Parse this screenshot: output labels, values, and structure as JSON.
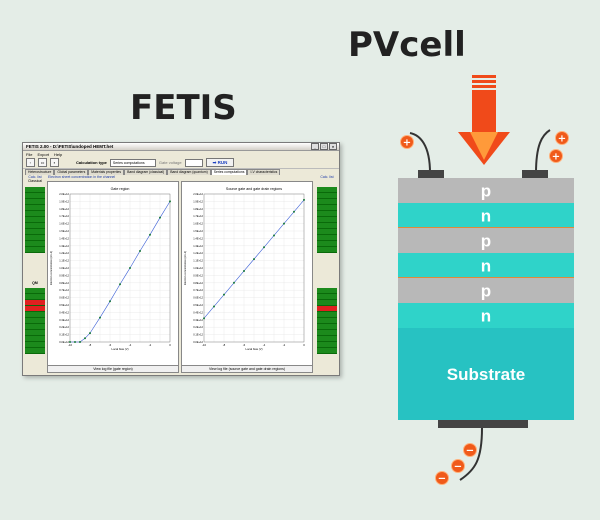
{
  "labels": {
    "fetis": "FETIS",
    "pvcell": "PVcell"
  },
  "window": {
    "title": "FETIS 2.00 - D:\\FETIS\\undoped HEMT.het",
    "menu": [
      "File",
      "Export",
      "Help"
    ],
    "calc_type_label": "Calculation type",
    "calc_type_value": "Series computations",
    "gate_voltage_label": "Gate voltage",
    "run_label": "RUN",
    "tabs": [
      "Heterostructure",
      "Global parameters",
      "Materials properties",
      "Band diagram (classical)",
      "Band diagram (quantum)",
      "Series computations",
      "I-V characteristics"
    ],
    "left_head": "Calc. list",
    "left_sub": "Classical",
    "right_head": "Calc. list",
    "qm_label": "QM",
    "subheading": "Electron sheet concentration in the channel",
    "panel1_title": "Gate region",
    "panel2_title": "Source gate and gate drain regions",
    "panel1_button": "View log file (gate region)",
    "panel2_button": "View log file (source gate and gate drain regions)",
    "xlabel": "Local bias (V)",
    "ylabel": "Electron concentration (cm-2)"
  },
  "chart_data": [
    {
      "type": "line",
      "title": "Gate region",
      "xlabel": "Local bias (V)",
      "ylabel": "Electron concentration (cm-2)",
      "xlim": [
        -10,
        0
      ],
      "ylim": [
        0,
        2000000000000.0
      ],
      "x": [
        -10,
        -9.5,
        -9,
        -8.5,
        -8,
        -7,
        -6,
        -5,
        -4,
        -3,
        -2,
        -1,
        0
      ],
      "y": [
        0,
        0,
        0,
        50000000000.0,
        120000000000.0,
        330000000000.0,
        550000000000.0,
        780000000000.0,
        1000000000000.0,
        1230000000000.0,
        1450000000000.0,
        1680000000000.0,
        1900000000000.0
      ]
    },
    {
      "type": "line",
      "title": "Source gate and gate drain regions",
      "xlabel": "Local bias (V)",
      "ylabel": "Electron concentration (cm-2)",
      "xlim": [
        -10,
        0
      ],
      "ylim": [
        0,
        2000000000000.0
      ],
      "x": [
        -10,
        -9,
        -8,
        -7,
        -6,
        -5,
        -4,
        -3,
        -2,
        -1,
        0
      ],
      "y": [
        320000000000.0,
        480000000000.0,
        640000000000.0,
        800000000000.0,
        960000000000.0,
        1120000000000.0,
        1280000000000.0,
        1440000000000.0,
        1600000000000.0,
        1760000000000.0,
        1920000000000.0
      ]
    }
  ],
  "pv": {
    "layers": [
      "p",
      "n",
      "p",
      "n",
      "p",
      "n"
    ],
    "substrate": "Substrate",
    "colors": {
      "p": "#b8b8b8",
      "n": "#2fd3c9",
      "substrate": "#27c2c2",
      "interface": "#e08a3a",
      "arrow": "#f04a1a",
      "contact": "#444444"
    }
  }
}
